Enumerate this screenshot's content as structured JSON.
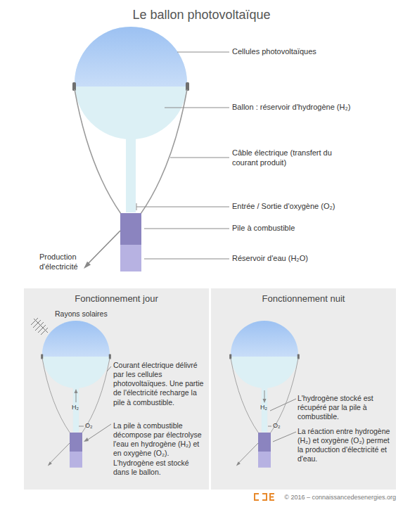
{
  "diagram": {
    "title": "Le ballon photovoltaïque",
    "nodes": [
      {
        "text": [
          "Fonctionnement jour",
          "Courant électrique délivré par les cellules photovoltaïques. Une partie de l'électricité recharge la pile à combustible.",
          "La pile à combustible décompose par électrolyse l'eau en hydrogène (H₂) et en oxygène (O₂). L'hydrogène est stocké dans le ballon."
        ]
      },
      {
        "text": [
          "Fonctionnement nuit",
          "L'hydrogène stocké est récupéré par la pile à combustible.",
          "La réaction entre hydrogène (H₂) et oxygène (O₂) permet la production d'électricité et d'eau."
        ]
      }
    ],
    "labels": [
      "Cellules photovoltaïques",
      "Ballon : réservoir d'hydrogène (H₂)",
      "Câble électrique (transfert du courant produit)",
      "Entrée / Sortie d'oxygène (O₂)",
      "Pile à combustible",
      "Réservoir d'eau (H₂O)",
      "Production d'électricité",
      "Rayons solaires",
      "H₂",
      "O₂",
      "H₂",
      "O₂",
      "© 2016 – connaissancedesenergies.org"
    ]
  }
}
